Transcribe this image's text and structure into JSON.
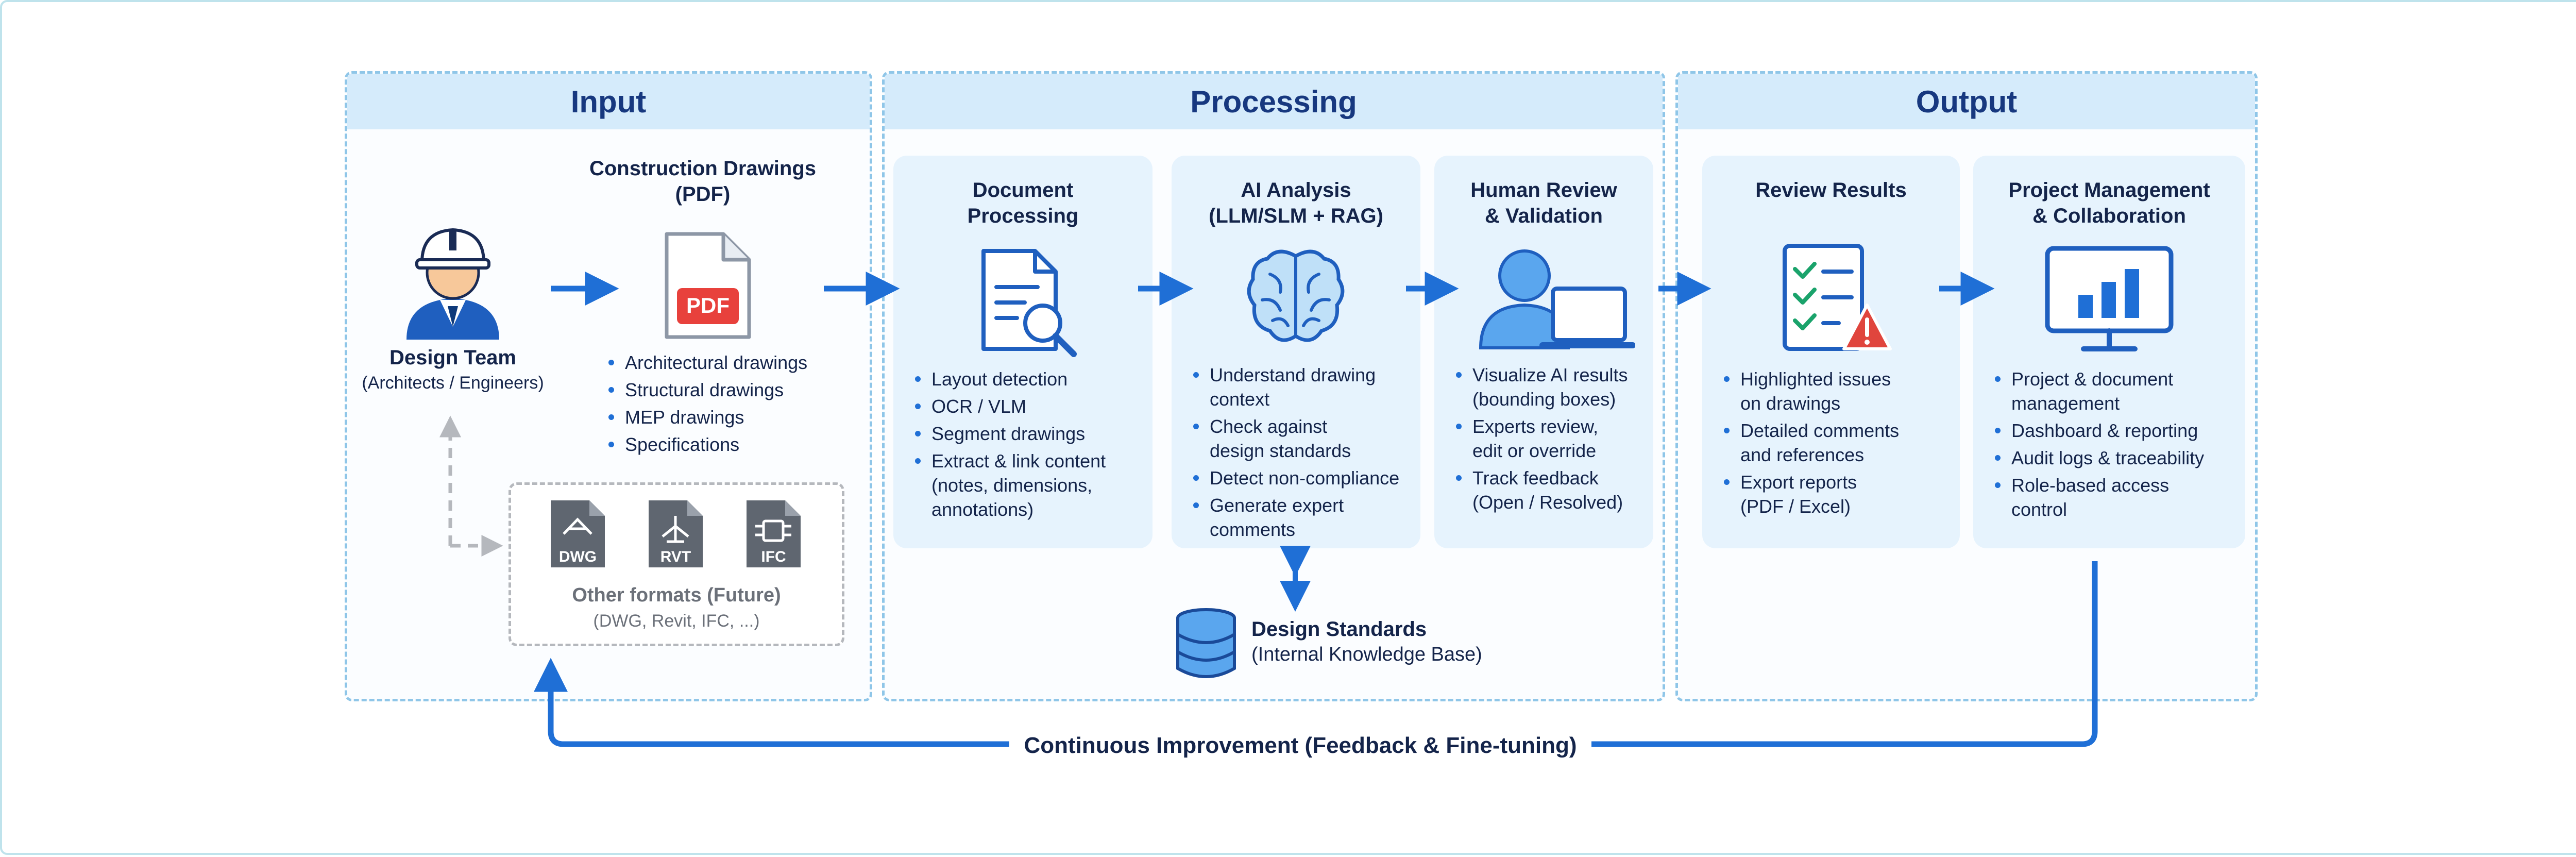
{
  "panels": {
    "input": "Input",
    "processing": "Processing",
    "output": "Output"
  },
  "design_team": {
    "title": "Design Team",
    "subtitle": "(Architects / Engineers)"
  },
  "construction_drawings": {
    "title": "Construction Drawings\n(PDF)",
    "pdf_badge": "PDF",
    "items": [
      "Architectural drawings",
      "Structural drawings",
      "MEP drawings",
      "Specifications"
    ]
  },
  "other_formats": {
    "icons": [
      "DWG",
      "RVT",
      "IFC"
    ],
    "title": "Other formats (Future)",
    "subtitle": "(DWG, Revit, IFC, ...)"
  },
  "cards": {
    "document_processing": {
      "title": "Document\nProcessing",
      "items": [
        "Layout detection",
        "OCR / VLM",
        "Segment drawings",
        "Extract & link content\n(notes, dimensions,\nannotations)"
      ]
    },
    "ai_analysis": {
      "title": "AI Analysis\n(LLM/SLM + RAG)",
      "items": [
        "Understand drawing\ncontext",
        "Check against\ndesign standards",
        "Detect non-compliance",
        "Generate expert\ncomments"
      ]
    },
    "human_review": {
      "title": "Human Review\n& Validation",
      "items": [
        "Visualize AI results\n(bounding boxes)",
        "Experts review,\nedit or override",
        "Track feedback\n(Open / Resolved)"
      ]
    },
    "review_results": {
      "title": "Review Results",
      "items": [
        "Highlighted issues\non drawings",
        "Detailed comments\nand references",
        "Export reports\n(PDF / Excel)"
      ]
    },
    "project_management": {
      "title": "Project Management\n& Collaboration",
      "items": [
        "Project & document\nmanagement",
        "Dashboard & reporting",
        "Audit logs & traceability",
        "Role-based access\ncontrol"
      ]
    }
  },
  "design_standards": {
    "title": "Design Standards",
    "subtitle": "(Internal Knowledge Base)"
  },
  "feedback_loop": "Continuous Improvement (Feedback & Fine-tuning)",
  "colors": {
    "accent": "#1f6fd6",
    "header_bg": "#d5ebfb",
    "card_bg": "#e6f3fd",
    "title_text": "#17387f",
    "body_text": "#14244a",
    "pdf_red": "#e8413c",
    "check_green": "#1aa36b",
    "warning_red": "#e0453d"
  }
}
